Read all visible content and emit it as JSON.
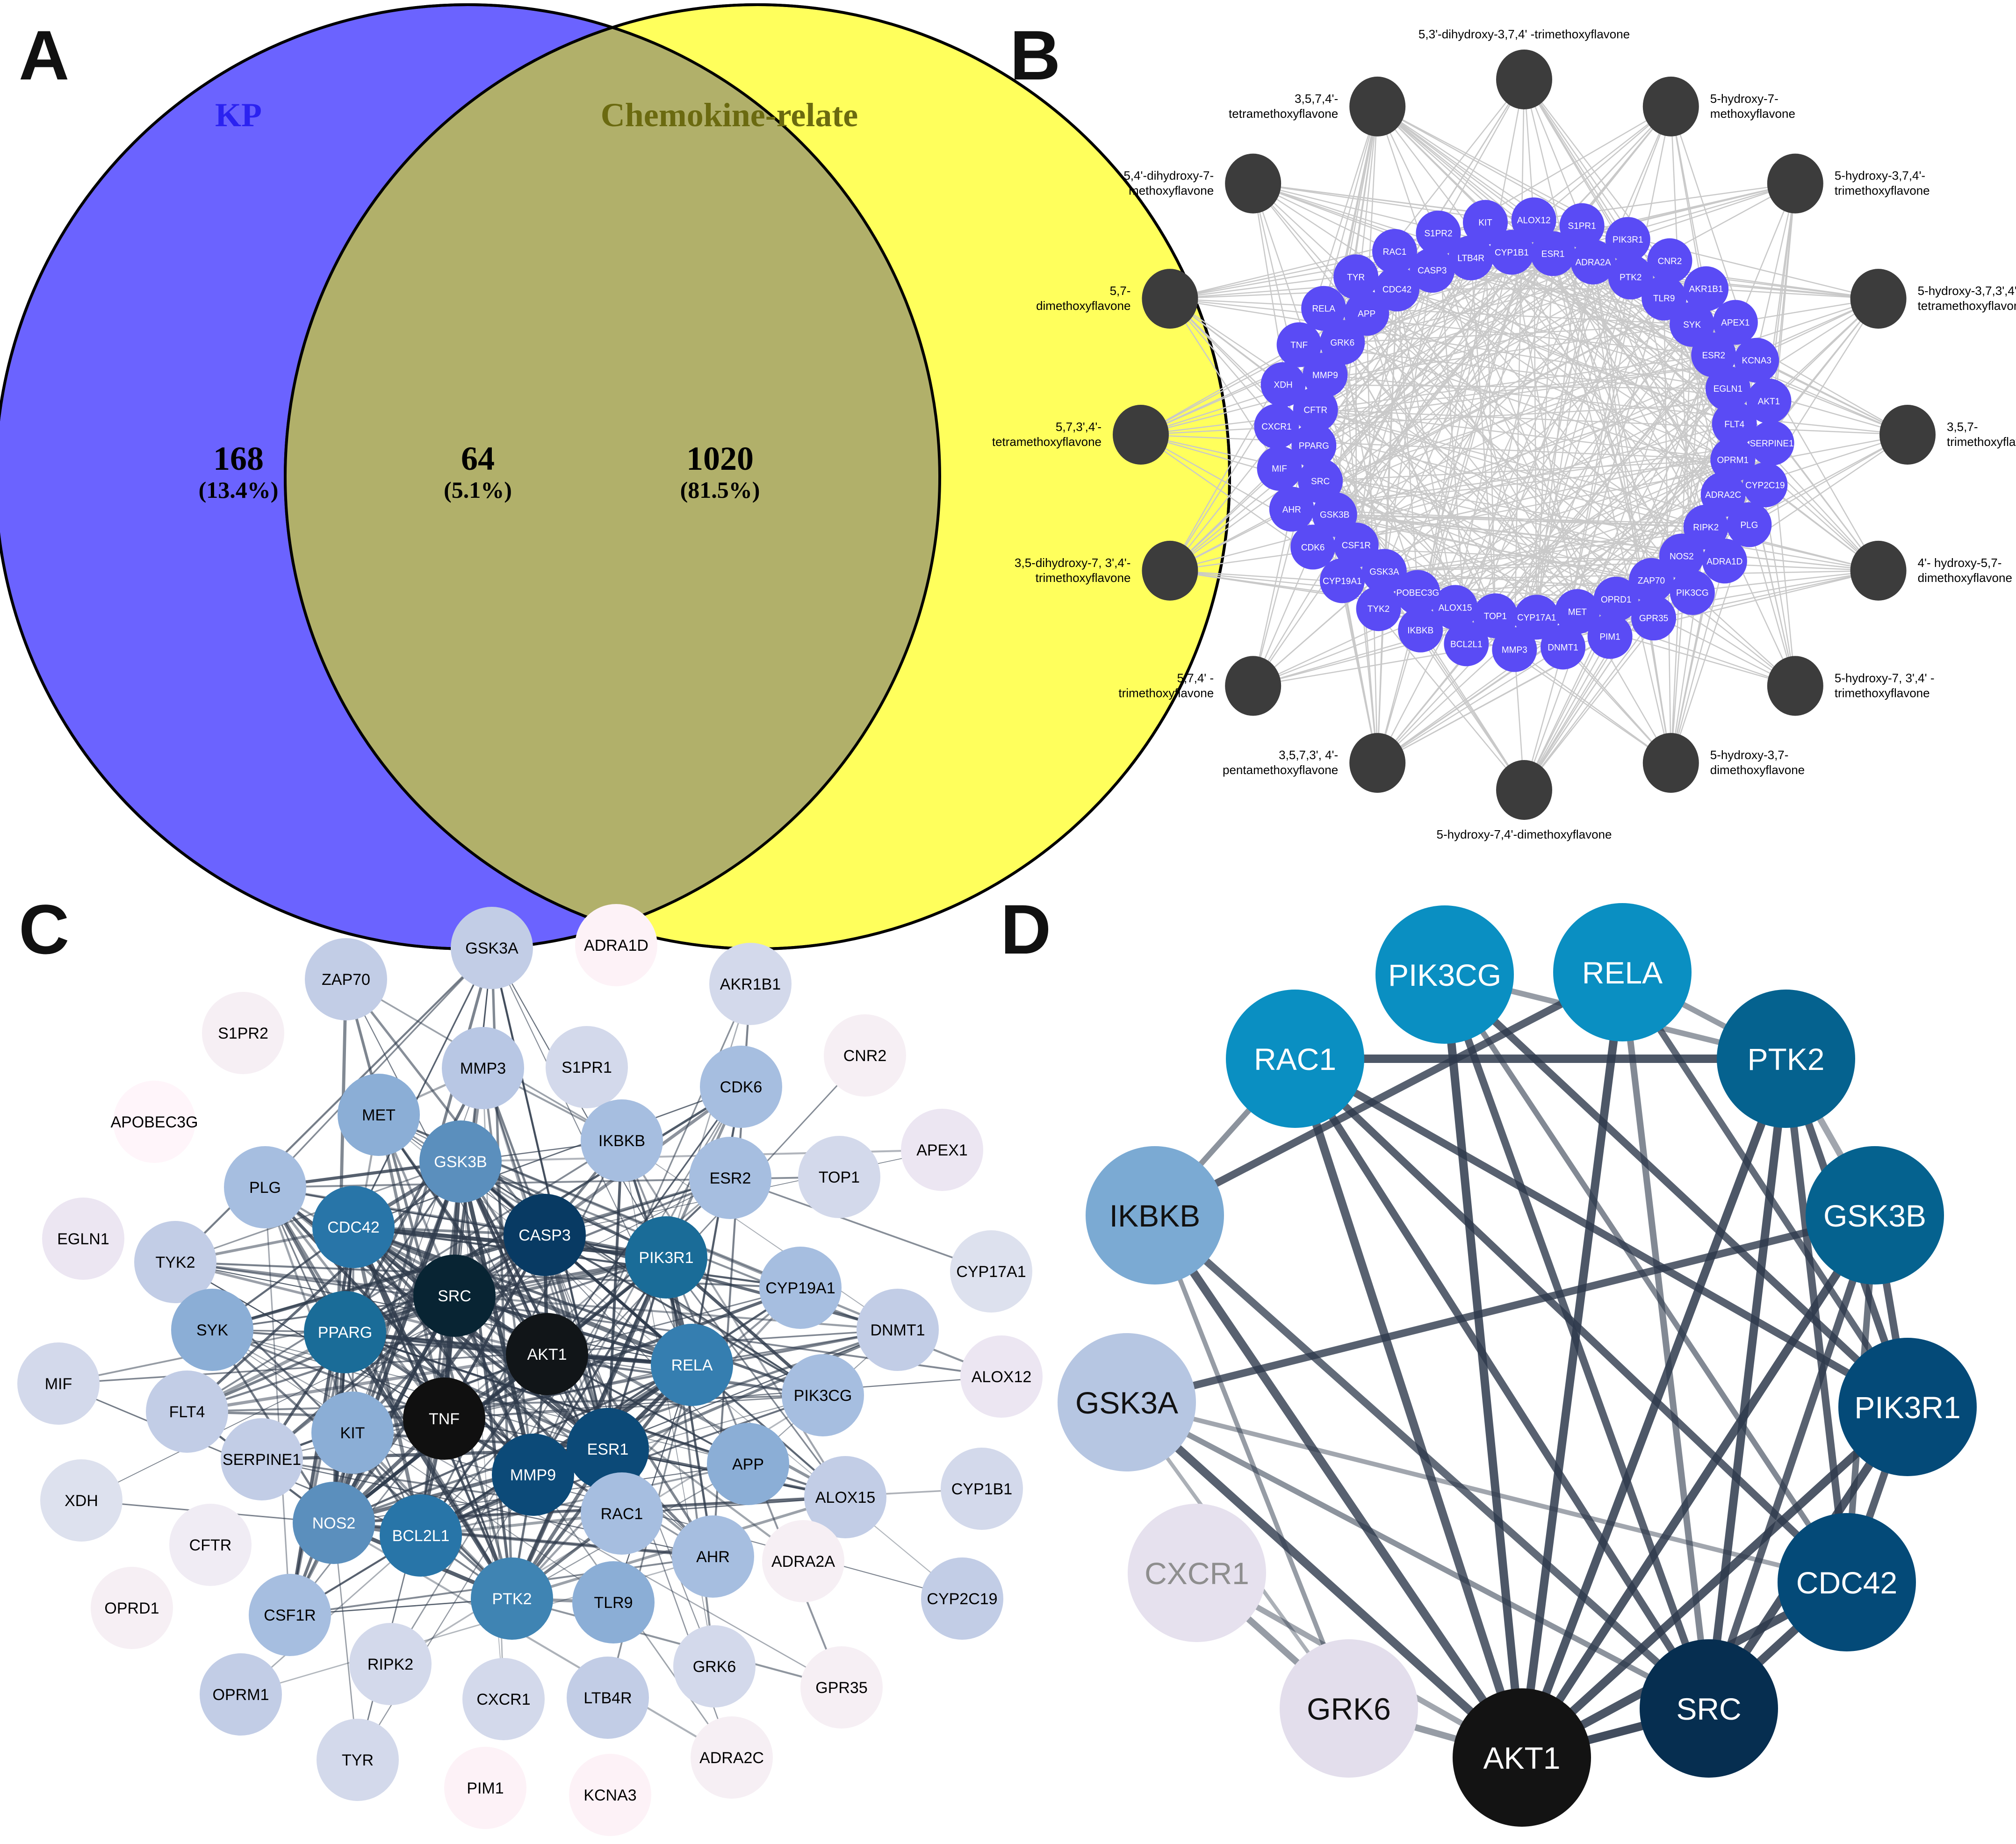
{
  "panels": {
    "A": {
      "letter": "A",
      "left": {
        "title": "KP",
        "color": "#6B63FF",
        "title_color": "#2B22F0",
        "count": "168",
        "pct": "(13.4%)"
      },
      "right": {
        "title": "Chemokine-relate",
        "color": "#FFFF5C",
        "title_color": "#6B6A10",
        "count": "1020",
        "pct": "(81.5%)"
      },
      "overlap": {
        "count": "64",
        "pct": "(5.1%)",
        "color": "#B1B06A"
      }
    },
    "B": {
      "letter": "B",
      "node_color": "#5A4BF5",
      "compound_color": "#3C3C3C",
      "edge_color": "#C9C9C9",
      "targets": [
        {
          "label": "RAC1"
        },
        {
          "label": "CASP3"
        },
        {
          "label": "S1PR2"
        },
        {
          "label": "LTB4R"
        },
        {
          "label": "KIT"
        },
        {
          "label": "CYP1B1"
        },
        {
          "label": "ALOX12"
        },
        {
          "label": "ESR1"
        },
        {
          "label": "S1PR1"
        },
        {
          "label": "ADRA2A"
        },
        {
          "label": "PIK3R1"
        },
        {
          "label": "PTK2"
        },
        {
          "label": "CNR2"
        },
        {
          "label": "TLR9"
        },
        {
          "label": "AKR1B1"
        },
        {
          "label": "SYK"
        },
        {
          "label": "APEX1"
        },
        {
          "label": "ESR2"
        },
        {
          "label": "KCNA3"
        },
        {
          "label": "EGLN1"
        },
        {
          "label": "AKT1"
        },
        {
          "label": "FLT4"
        },
        {
          "label": "SERPINE1"
        },
        {
          "label": "OPRM1"
        },
        {
          "label": "CYP2C19"
        },
        {
          "label": "ADRA2C"
        },
        {
          "label": "PLG"
        },
        {
          "label": "RIPK2"
        },
        {
          "label": "ADRA1D"
        },
        {
          "label": "NOS2"
        },
        {
          "label": "PIK3CG"
        },
        {
          "label": "ZAP70"
        },
        {
          "label": "GPR35"
        },
        {
          "label": "OPRD1"
        },
        {
          "label": "PIM1"
        },
        {
          "label": "MET"
        },
        {
          "label": "DNMT1"
        },
        {
          "label": "CYP17A1"
        },
        {
          "label": "MMP3"
        },
        {
          "label": "TOP1"
        },
        {
          "label": "BCL2L1"
        },
        {
          "label": "ALOX15"
        },
        {
          "label": "IKBKB"
        },
        {
          "label": "POBEC3G"
        },
        {
          "label": "TYK2"
        },
        {
          "label": "GSK3A"
        },
        {
          "label": "CYP19A1"
        },
        {
          "label": "CSF1R"
        },
        {
          "label": "CDK6"
        },
        {
          "label": "GSK3B"
        },
        {
          "label": "AHR"
        },
        {
          "label": "SRC"
        },
        {
          "label": "MIF"
        },
        {
          "label": "PPARG"
        },
        {
          "label": "CXCR1"
        },
        {
          "label": "CFTR"
        },
        {
          "label": "XDH"
        },
        {
          "label": "MMP9"
        },
        {
          "label": "TNF"
        },
        {
          "label": "GRK6"
        },
        {
          "label": "RELA"
        },
        {
          "label": "APP"
        },
        {
          "label": "TYR"
        },
        {
          "label": "CDC42"
        }
      ],
      "compounds": [
        {
          "lines": [
            "5,3'-dihydroxy-3,7,4' -trimethoxyflavone"
          ]
        },
        {
          "lines": [
            "5-hydroxy-7-",
            "methoxyflavone"
          ]
        },
        {
          "lines": [
            "5-hydroxy-3,7,4'-",
            "trimethoxyflavone"
          ]
        },
        {
          "lines": [
            "5-hydroxy-3,7,3',4'-",
            "tetramethoxyflavone"
          ]
        },
        {
          "lines": [
            "3,5,7-",
            "trimethoxyflavone"
          ]
        },
        {
          "lines": [
            "4'- hydroxy-5,7-",
            "dimethoxyflavone"
          ]
        },
        {
          "lines": [
            "5-hydroxy-7, 3',4' -",
            "trimethoxyflavone"
          ]
        },
        {
          "lines": [
            "5-hydroxy-3,7-",
            "dimethoxyflavone"
          ]
        },
        {
          "lines": [
            "5-hydroxy-7,4'-dimethoxyflavone"
          ]
        },
        {
          "lines": [
            "3,5,7,3', 4'-",
            "pentamethoxyflavone"
          ]
        },
        {
          "lines": [
            "5,7,4' -",
            "trimethoxyflavone"
          ]
        },
        {
          "lines": [
            "3,5-dihydroxy-7, 3',4'-",
            "trimethoxyflavone"
          ]
        },
        {
          "lines": [
            "5,7,3',4'-",
            "tetramethoxyflavone"
          ]
        },
        {
          "lines": [
            "5,7-",
            "dimethoxyflavone"
          ]
        },
        {
          "lines": [
            "5,4'-dihydroxy-7-",
            "methoxyflavone"
          ]
        },
        {
          "lines": [
            "3,5,7,4'-",
            "tetramethoxyflavone"
          ]
        }
      ]
    },
    "C": {
      "letter": "C",
      "nodes": [
        {
          "label": "GSK3A",
          "color": "#C2CDE6"
        },
        {
          "label": "ADRA1D",
          "color": "#FDF2F7"
        },
        {
          "label": "ZAP70",
          "color": "#C2CDE6"
        },
        {
          "label": "AKR1B1",
          "color": "#D3D9EB"
        },
        {
          "label": "S1PR2",
          "color": "#F6EFF4"
        },
        {
          "label": "MMP3",
          "color": "#B8C7E4"
        },
        {
          "label": "S1PR1",
          "color": "#D3D9EB"
        },
        {
          "label": "CNR2",
          "color": "#F6EFF4"
        },
        {
          "label": "CDK6",
          "color": "#A6BEE0"
        },
        {
          "label": "APOBEC3G",
          "color": "#FFF5FA"
        },
        {
          "label": "MET",
          "color": "#8BAED6"
        },
        {
          "label": "IKBKB",
          "color": "#A6BEE0"
        },
        {
          "label": "APEX1",
          "color": "#ECE6F2"
        },
        {
          "label": "GSK3B",
          "color": "#5B8FBD"
        },
        {
          "label": "PLG",
          "color": "#A6BEE0"
        },
        {
          "label": "ESR2",
          "color": "#A6BEE0"
        },
        {
          "label": "TOP1",
          "color": "#D3D9EB"
        },
        {
          "label": "EGLN1",
          "color": "#ECE6F2"
        },
        {
          "label": "CDC42",
          "color": "#2875A8"
        },
        {
          "label": "CASP3",
          "color": "#083A63"
        },
        {
          "label": "TYK2",
          "color": "#C2CDE6"
        },
        {
          "label": "PIK3R1",
          "color": "#1A6C98"
        },
        {
          "label": "CYP17A1",
          "color": "#DDE1EE"
        },
        {
          "label": "SRC",
          "color": "#082433"
        },
        {
          "label": "CYP19A1",
          "color": "#A6BEE0"
        },
        {
          "label": "SYK",
          "color": "#8BAED6"
        },
        {
          "label": "PPARG",
          "color": "#1A6C98"
        },
        {
          "label": "DNMT1",
          "color": "#C2CDE6"
        },
        {
          "label": "AKT1",
          "color": "#111518"
        },
        {
          "label": "RELA",
          "color": "#357EB0"
        },
        {
          "label": "ALOX12",
          "color": "#ECE6F2"
        },
        {
          "label": "MIF",
          "color": "#D3D9EB"
        },
        {
          "label": "PIK3CG",
          "color": "#A6BEE0"
        },
        {
          "label": "FLT4",
          "color": "#C2CDE6"
        },
        {
          "label": "TNF",
          "color": "#101010"
        },
        {
          "label": "KIT",
          "color": "#8BAED6"
        },
        {
          "label": "ESR1",
          "color": "#0C4A78"
        },
        {
          "label": "SERPINE1",
          "color": "#C2CDE6"
        },
        {
          "label": "APP",
          "color": "#8BAED6"
        },
        {
          "label": "MMP9",
          "color": "#0C4A78"
        },
        {
          "label": "CYP1B1",
          "color": "#D3D9EB"
        },
        {
          "label": "ALOX15",
          "color": "#C2CDE6"
        },
        {
          "label": "XDH",
          "color": "#DDE1EE"
        },
        {
          "label": "RAC1",
          "color": "#A6BEE0"
        },
        {
          "label": "NOS2",
          "color": "#5B8FBD"
        },
        {
          "label": "BCL2L1",
          "color": "#2875A8"
        },
        {
          "label": "CFTR",
          "color": "#F0ECF4"
        },
        {
          "label": "AHR",
          "color": "#A6BEE0"
        },
        {
          "label": "ADRA2A",
          "color": "#F6EFF4"
        },
        {
          "label": "CYP2C19",
          "color": "#C2CDE6"
        },
        {
          "label": "OPRD1",
          "color": "#F6EFF4"
        },
        {
          "label": "PTK2",
          "color": "#3F84B3"
        },
        {
          "label": "TLR9",
          "color": "#8BAED6"
        },
        {
          "label": "CSF1R",
          "color": "#A6BEE0"
        },
        {
          "label": "RIPK2",
          "color": "#D3D9EB"
        },
        {
          "label": "GRK6",
          "color": "#D3D9EB"
        },
        {
          "label": "GPR35",
          "color": "#F6EFF4"
        },
        {
          "label": "OPRM1",
          "color": "#C2CDE6"
        },
        {
          "label": "CXCR1",
          "color": "#D3D9EB"
        },
        {
          "label": "LTB4R",
          "color": "#C2CDE6"
        },
        {
          "label": "TYR",
          "color": "#D3D9EB"
        },
        {
          "label": "ADRA2C",
          "color": "#F6EFF4"
        },
        {
          "label": "PIM1",
          "color": "#FDF2F7"
        },
        {
          "label": "KCNA3",
          "color": "#FDF2F7"
        }
      ]
    },
    "D": {
      "letter": "D",
      "nodes": [
        {
          "label": "PIK3CG",
          "color": "#0A8FC2"
        },
        {
          "label": "RELA",
          "color": "#0A8FC2"
        },
        {
          "label": "RAC1",
          "color": "#0A8FC2"
        },
        {
          "label": "PTK2",
          "color": "#05628F"
        },
        {
          "label": "IKBKB",
          "color": "#7BAAD3"
        },
        {
          "label": "GSK3B",
          "color": "#05628F"
        },
        {
          "label": "GSK3A",
          "color": "#B6C6E2"
        },
        {
          "label": "PIK3R1",
          "color": "#044A78"
        },
        {
          "label": "CXCR1",
          "color": "#E6E1EE"
        },
        {
          "label": "CDC42",
          "color": "#044A78"
        },
        {
          "label": "GRK6",
          "color": "#E3DEEC"
        },
        {
          "label": "SRC",
          "color": "#062E50"
        },
        {
          "label": "AKT1",
          "color": "#131313"
        }
      ]
    }
  }
}
